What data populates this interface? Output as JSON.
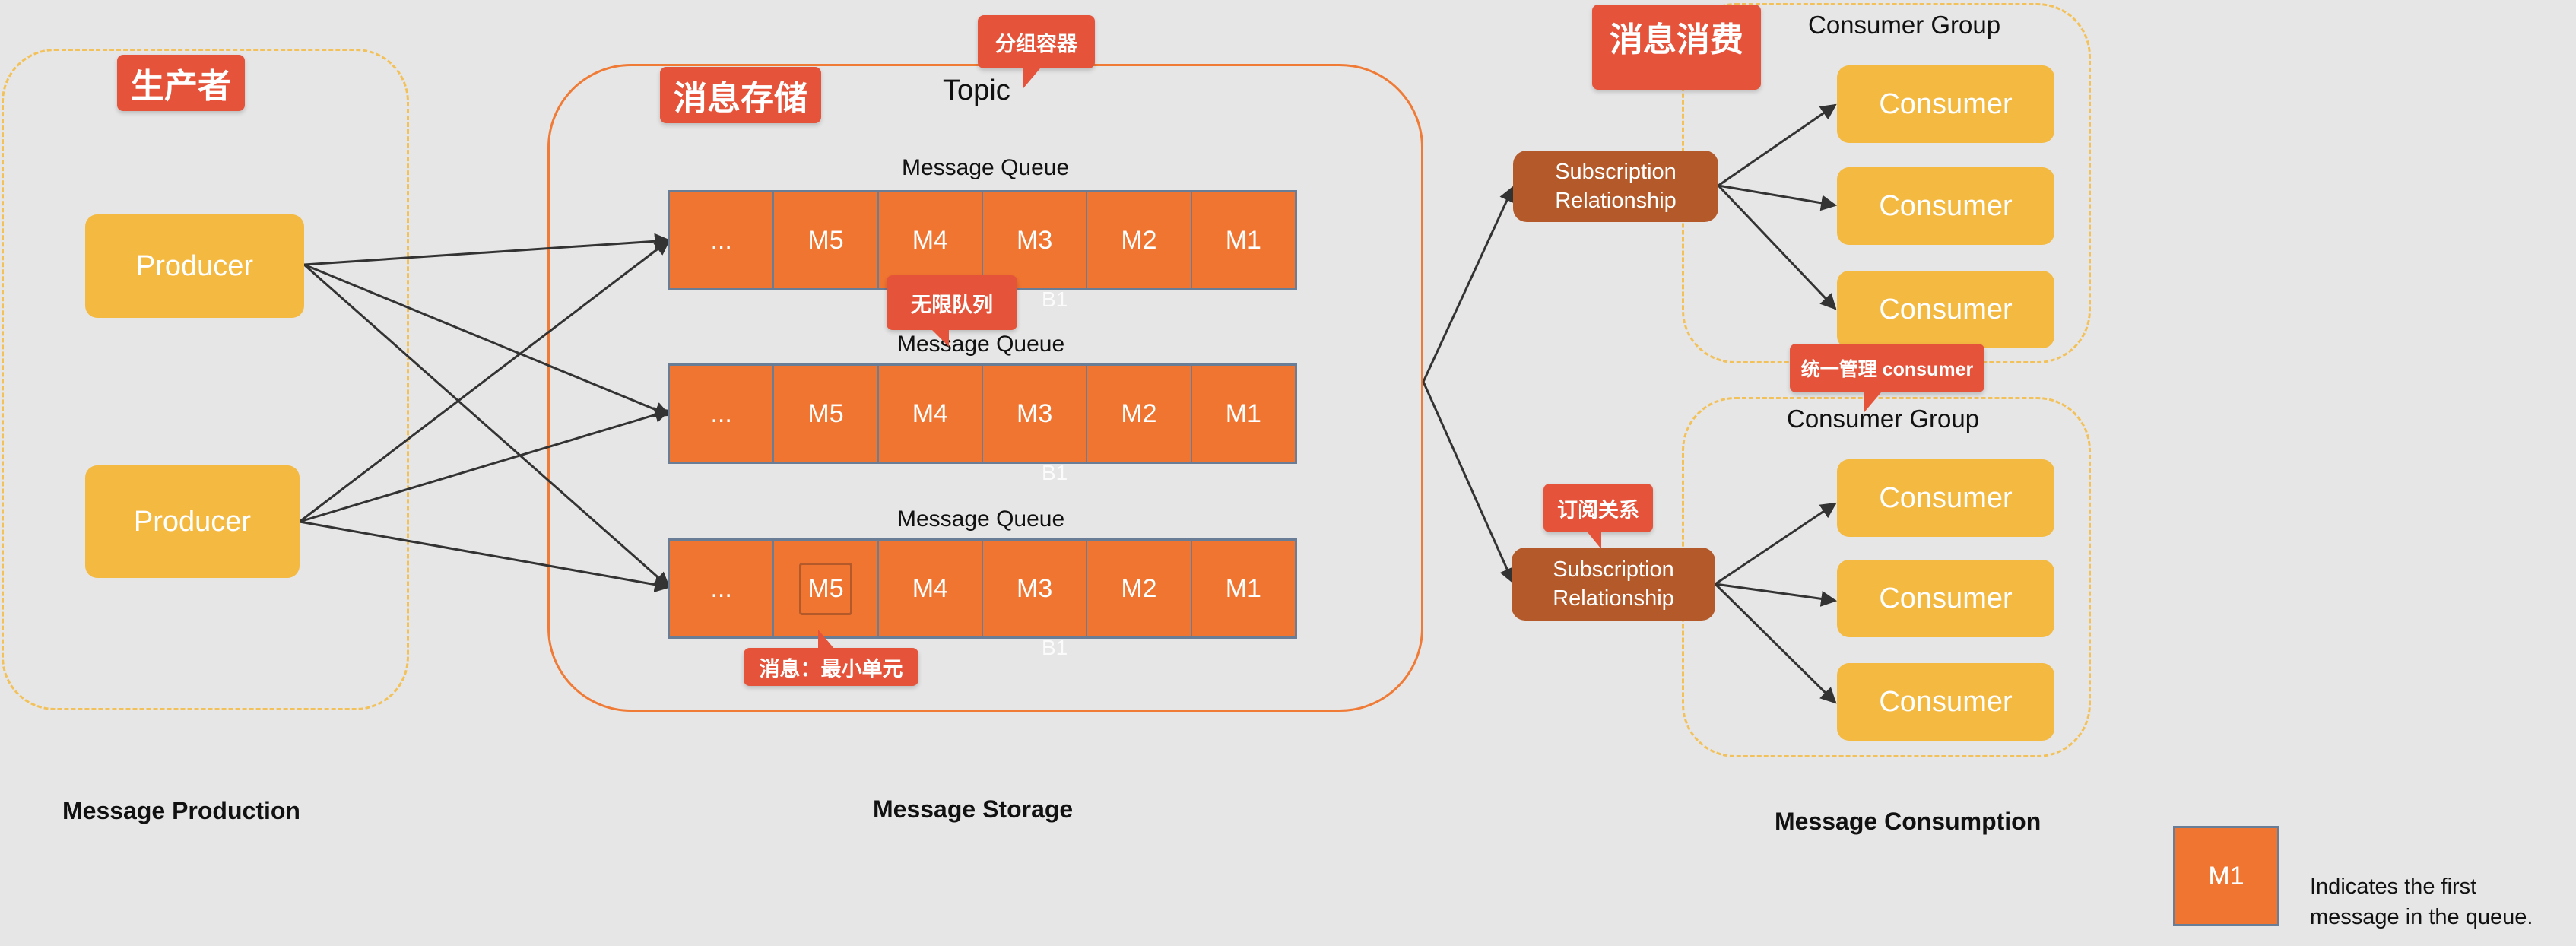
{
  "tags": {
    "producer": "生产者",
    "storage": "消息存储",
    "consumption": "消息消费",
    "group_container": "分组容器",
    "unbounded_queue": "无限队列",
    "smallest_unit": "消息：最小单元",
    "subscription_relation": "订阅关系",
    "manage_consumer": "统一管理 consumer"
  },
  "producers": [
    "Producer",
    "Producer"
  ],
  "topic": {
    "title": "Topic"
  },
  "queues": [
    {
      "label": "Message Queue",
      "cells": [
        "...",
        "M5",
        "M4",
        "M3",
        "M2",
        "M1"
      ],
      "ghost": "B1"
    },
    {
      "label": "Message Queue",
      "cells": [
        "...",
        "M5",
        "M4",
        "M3",
        "M2",
        "M1"
      ],
      "ghost": "B1"
    },
    {
      "label": "Message Queue",
      "cells": [
        "...",
        "M5",
        "M4",
        "M3",
        "M2",
        "M1"
      ],
      "ghost": "B1"
    }
  ],
  "subscriptions": [
    {
      "line1": "Subscription",
      "line2": "Relationship"
    },
    {
      "line1": "Subscription",
      "line2": "Relationship"
    }
  ],
  "consumer_groups": [
    {
      "title": "Consumer Group",
      "consumers": [
        "Consumer",
        "Consumer",
        "Consumer"
      ]
    },
    {
      "title": "Consumer Group",
      "consumers": [
        "Consumer",
        "Consumer",
        "Consumer"
      ]
    }
  ],
  "sections": {
    "production": "Message Production",
    "storage": "Message Storage",
    "consumption": "Message Consumption"
  },
  "legend": {
    "cell": "M1",
    "line1": "Indicates the first",
    "line2": "message in the queue."
  },
  "colors": {
    "background": "#e6e6e6",
    "yellow": "#f4b941",
    "orange_cell": "#ef7530",
    "subscription": "#b4592a",
    "callout": "#e5543a",
    "topic_border": "#ef7b36",
    "dashed_border": "#f3c15a"
  }
}
